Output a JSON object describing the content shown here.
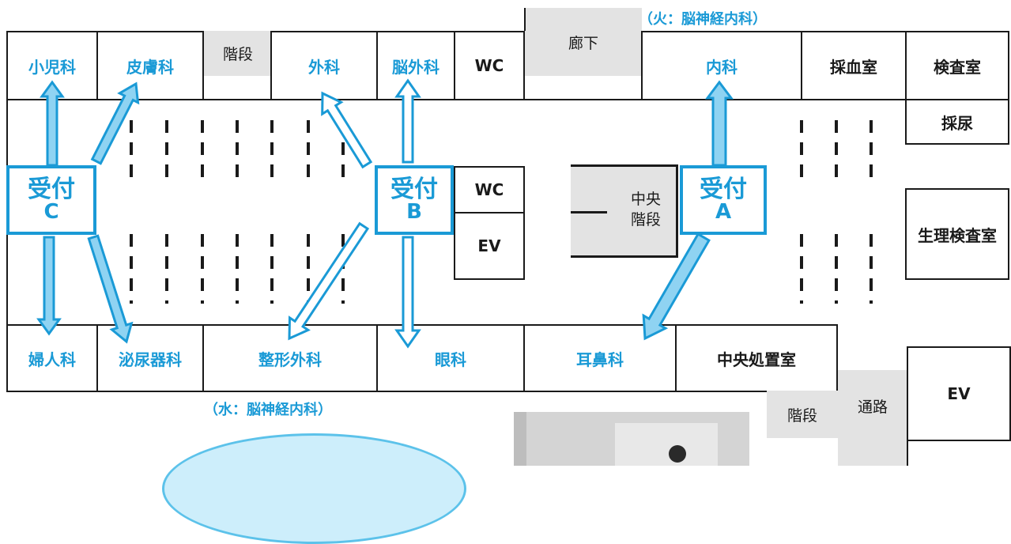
{
  "rooms": {
    "shoni": "小児科",
    "hifu": "皮膚科",
    "geka": "外科",
    "nou_geka": "脳外科",
    "wc_top": "WC",
    "naika": "内科",
    "saiketsu": "採血室",
    "kensa": "検査室",
    "sainyo": "採尿",
    "wc_mid": "WC",
    "ev_mid": "EV",
    "seiri": "生理検査室",
    "fujin": "婦人科",
    "hinyo": "泌尿器科",
    "seikei": "整形外科",
    "ganka": "眼科",
    "jibi": "耳鼻科",
    "chuo_shochi": "中央処置室",
    "ev_right": "EV"
  },
  "gray_areas": {
    "kaidan_top": "階段",
    "roka": "廊下",
    "chuo_kaidan_line1": "中央",
    "chuo_kaidan_line2": "階段",
    "kaidan_bottom": "階段",
    "tsuro": "通路"
  },
  "notes": {
    "tuesday": "（火：脳神経内科）",
    "wednesday": "（水：脳神経内科）"
  },
  "receptions": {
    "a": {
      "label": "受付",
      "letter": "A"
    },
    "b": {
      "label": "受付",
      "letter": "B"
    },
    "c": {
      "label": "受付",
      "letter": "C"
    }
  },
  "colors": {
    "accent": "#1a9ad6",
    "arrow_fill": "#8fd3f2",
    "line": "#1a1a1a",
    "gray": "#e3e3e3"
  }
}
